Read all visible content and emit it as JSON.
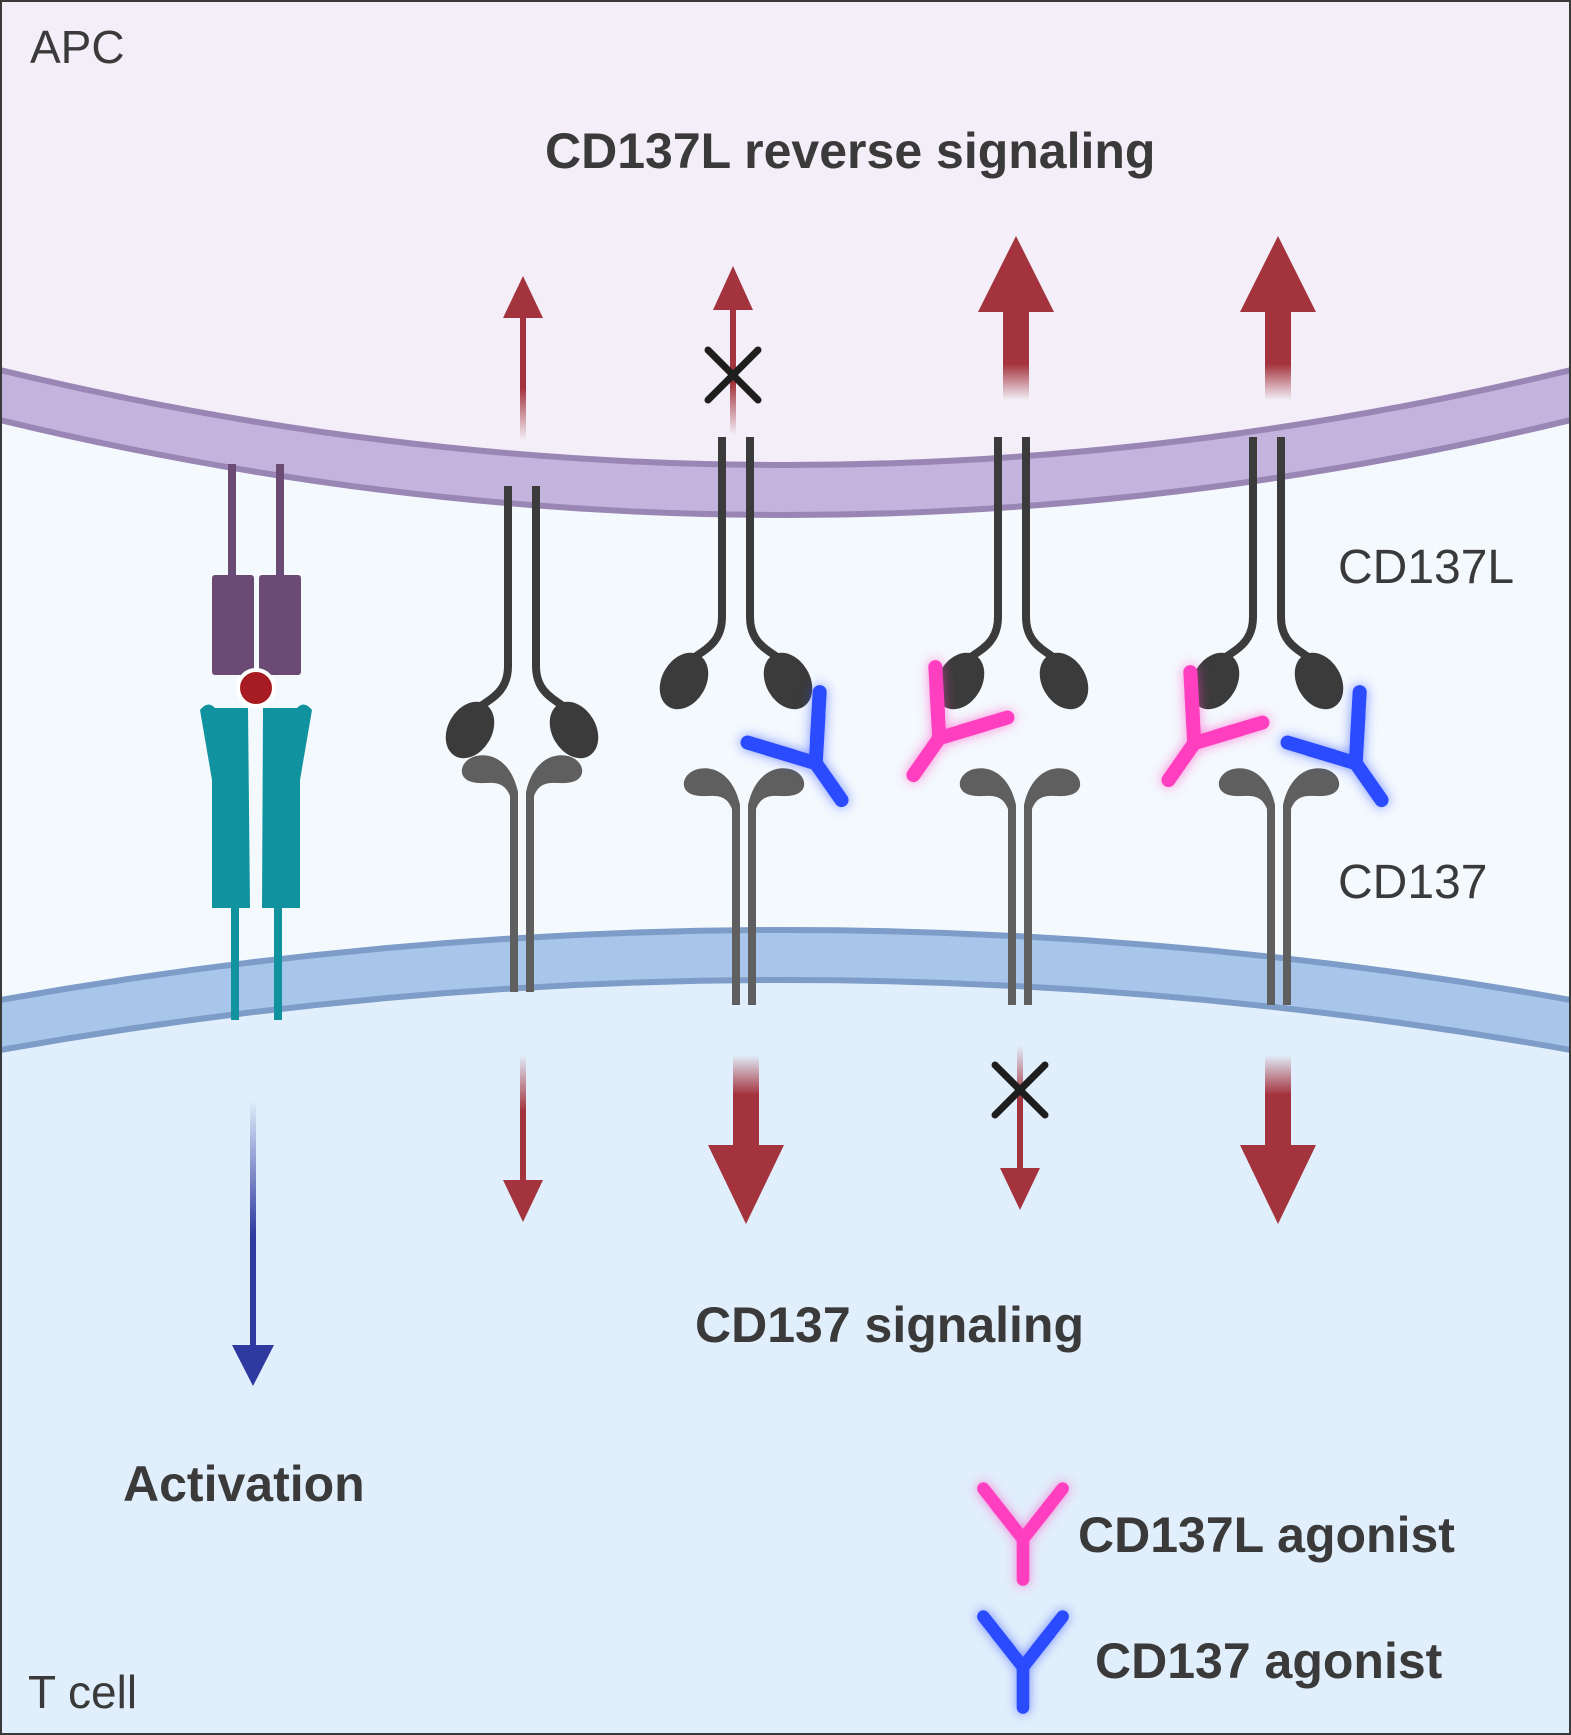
{
  "labels": {
    "apc": "APC",
    "t_cell": "T cell",
    "reverse_signaling": "CD137L reverse signaling",
    "cd137_signaling": "CD137 signaling",
    "activation": "Activation",
    "cd137l": "CD137L",
    "cd137": "CD137"
  },
  "legend": {
    "cd137l_agonist": "CD137L agonist",
    "cd137_agonist": "CD137 agonist"
  },
  "colors": {
    "apc_background": "#f3eef7",
    "tcell_background": "#e1eefb",
    "apc_membrane": "#c4b3dc",
    "tcell_membrane": "#a8c6ea",
    "ligand": "#3b3b3b",
    "receptor": "#5f5f5f",
    "signal_arrow": "#a3333d",
    "activation_arrow": "#2e3aa0",
    "cd137l_agonist": "#ff3fbf",
    "cd137_agonist": "#2a4bff",
    "tcr": "#10939f",
    "mhc": "#6b4a73",
    "antigen": "#a61c22"
  },
  "icons": [
    "arrow-up-icon",
    "arrow-down-icon",
    "blocked-x-icon",
    "antibody-icon"
  ]
}
